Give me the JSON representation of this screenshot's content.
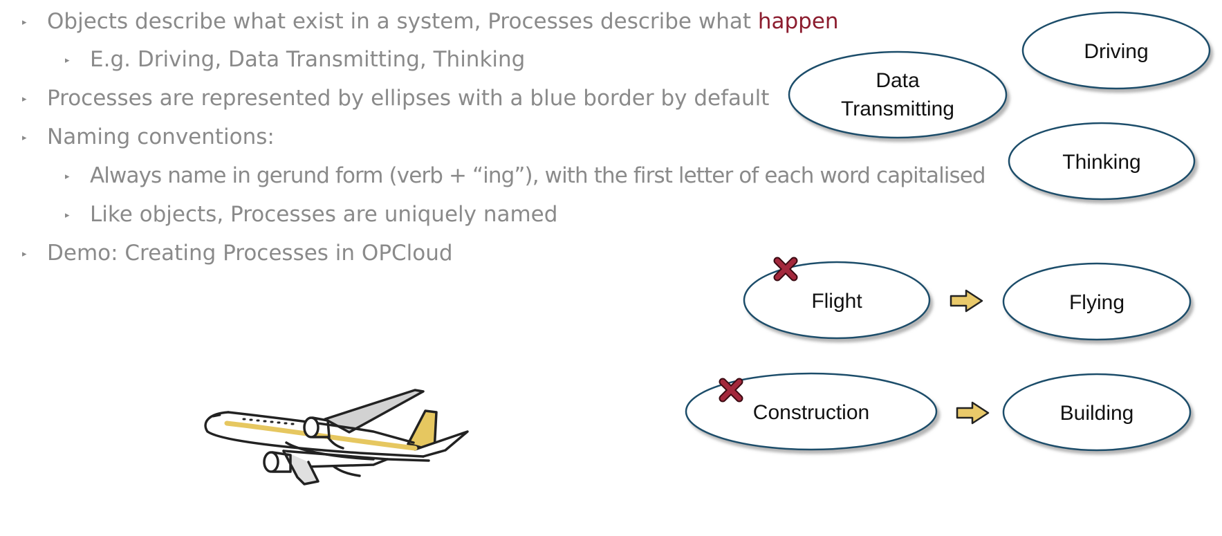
{
  "bullets": {
    "b1": {
      "text": "Objects describe what exist in a system, Processes describe what ",
      "highlight": "happen"
    },
    "b1a": "E.g. Driving, Data Transmitting, Thinking",
    "b2": "Processes are represented by ellipses with a blue border by default",
    "b3": "Naming conventions:",
    "b3a": "Always name in gerund form (verb + “ing”), with the first letter of each word capitalised",
    "b3b": "Like objects, Processes are uniquely named",
    "b4": "Demo: Creating Processes in OPCloud"
  },
  "processes": {
    "data_transmitting": {
      "line1": "Data",
      "line2": "Transmitting"
    },
    "driving": "Driving",
    "thinking": "Thinking",
    "flight": "Flight",
    "flying": "Flying",
    "construction": "Construction",
    "building": "Building"
  },
  "icons": {
    "bullet": "triangle-bullet-icon",
    "wrong": "red-cross-icon",
    "correction": "yellow-arrow-icon",
    "illustration": "airplane-icon"
  },
  "colors": {
    "bullet_text": "#8a8a8a",
    "highlight": "#8c1d2f",
    "process_border": "#1f4e6b",
    "cross": "#a3283c",
    "arrow_fill": "#e9c96a",
    "plane_accent": "#e6c760"
  }
}
